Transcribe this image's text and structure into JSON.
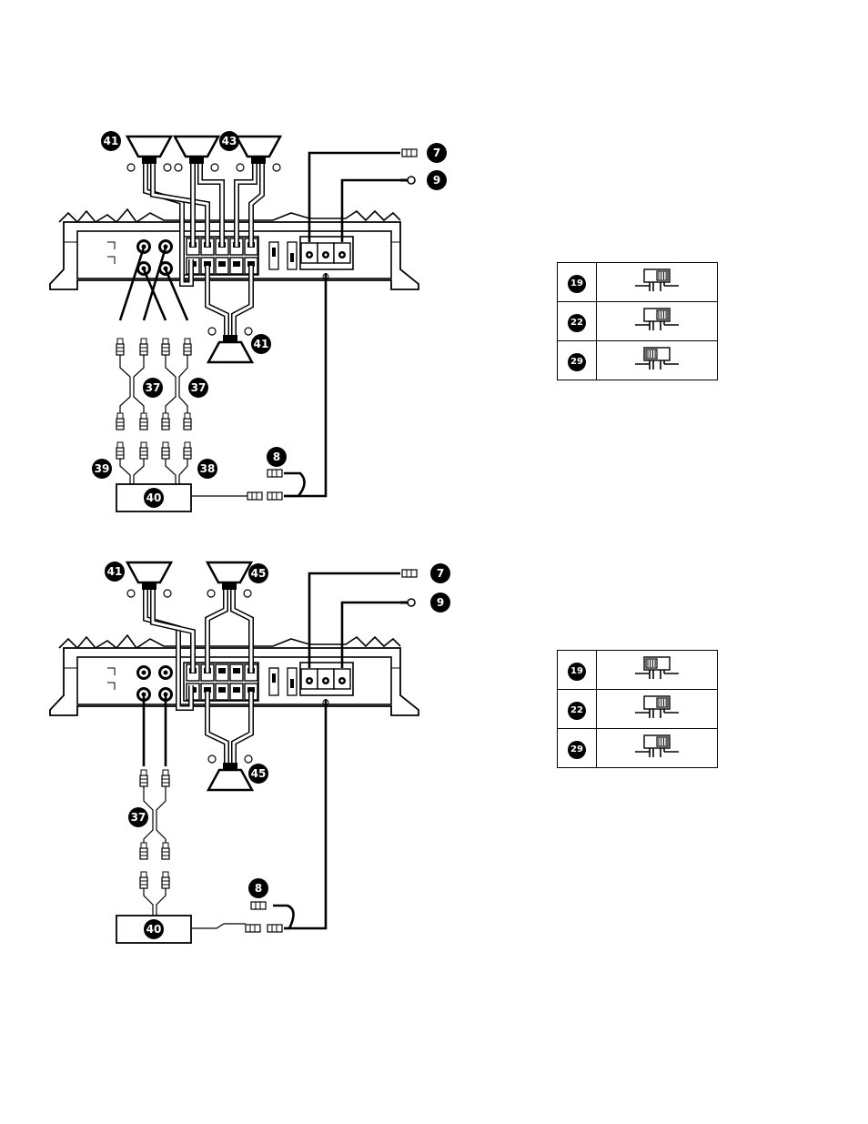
{
  "diagram_top": {
    "labels": {
      "speaker_left": "41",
      "speaker_right": "43",
      "speaker_bottom": "41",
      "power_lead": "7",
      "ground_lead": "9",
      "rca_left": "37",
      "rca_right": "37",
      "input_left": "39",
      "input_right": "38",
      "remote_lead": "8",
      "head_unit": "40"
    },
    "switch_table": [
      {
        "id": "19",
        "switch_position": "right"
      },
      {
        "id": "22",
        "switch_position": "right"
      },
      {
        "id": "29",
        "switch_position": "left"
      }
    ]
  },
  "diagram_bottom": {
    "labels": {
      "speaker_left": "41",
      "speaker_right": "45",
      "speaker_bottom": "45",
      "power_lead": "7",
      "ground_lead": "9",
      "rca": "37",
      "remote_lead": "8",
      "head_unit": "40"
    },
    "switch_table": [
      {
        "id": "19",
        "switch_position": "left"
      },
      {
        "id": "22",
        "switch_position": "right"
      },
      {
        "id": "29",
        "switch_position": "right"
      }
    ]
  }
}
